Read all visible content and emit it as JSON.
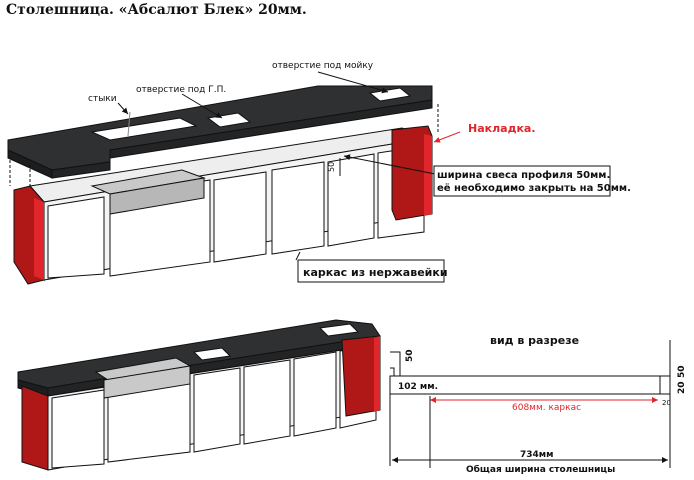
{
  "title": "Столешница. «Абсалют Блек» 20мм.",
  "labels": {
    "joints": "стыки",
    "cooktop_hole": "отверстие под Г.П.",
    "sink_hole": "отверстие под мойку",
    "overlay": "Накладка.",
    "profile_note_1": "ширина свеса профиля 50мм.",
    "profile_note_2": "её необходимо закрыть на 50мм.",
    "profile_dim": "50",
    "frame": "каркас из нержавейки"
  },
  "section": {
    "title": "вид в разрезе",
    "dim_50_vertical": "50",
    "dim_102": "102 мм.",
    "dim_frame": "608мм. каркас",
    "dim_20_small": "20",
    "dim_50_right": "50",
    "dim_20_right": "20",
    "dim_total": "734мм",
    "total_caption": "Общая ширина столешницы"
  },
  "colors": {
    "countertop": "#2f3032",
    "overlay_red": "#b01818",
    "accent_red": "#e0262b",
    "sink_gray": "#c9c9c9",
    "frame_gray": "#d8d8d8"
  }
}
